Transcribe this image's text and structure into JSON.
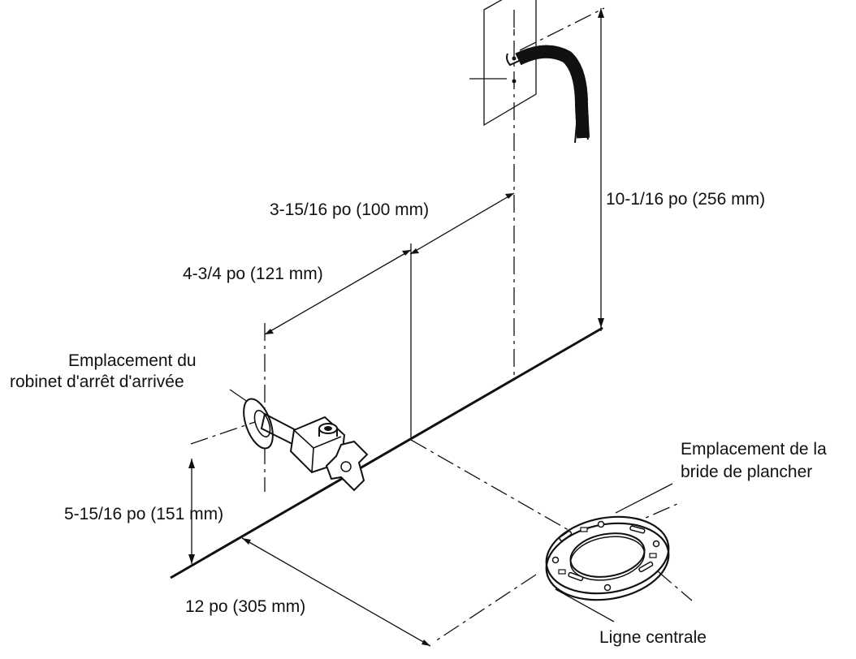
{
  "labels": {
    "dim_top_offset": "3-15/16 po (100 mm)",
    "dim_height_wire": "10-1/16 po (256 mm)",
    "dim_valve_offset": "4-3/4 po (121 mm)",
    "valve_location_line1": "Emplacement du",
    "valve_location_line2": "robinet d'arrêt d'arrivée",
    "dim_valve_height": "5-15/16 po (151 mm)",
    "flange_location_line1": "Emplacement de la",
    "flange_location_line2": "bride de plancher",
    "dim_wall_to_flange": "12 po (305 mm)",
    "centerline": "Ligne centrale"
  },
  "colors": {
    "line": "#111111",
    "background": "#ffffff"
  },
  "icons": {
    "valve": "shutoff-valve-icon",
    "flange": "floor-flange-icon",
    "cable": "electrical-cable-icon"
  }
}
